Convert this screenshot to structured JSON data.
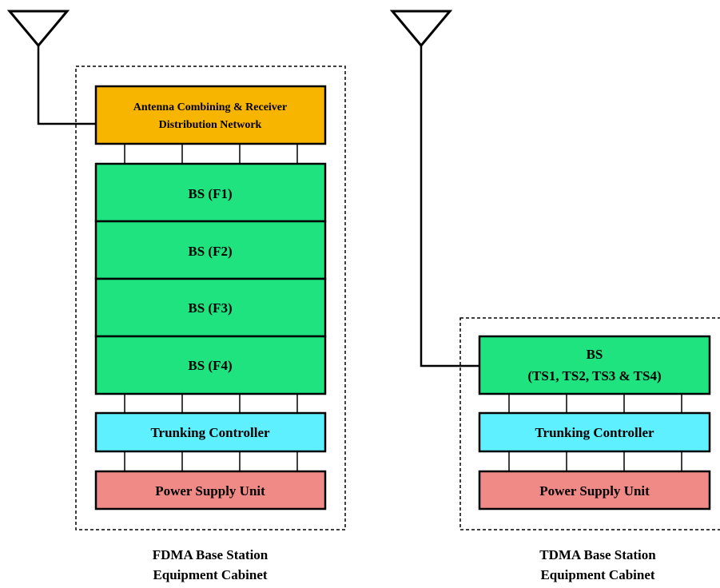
{
  "colors": {
    "antenna_combiner": "#f7b500",
    "bs": "#1ee37f",
    "trunking": "#5ff0ff",
    "power": "#f08a86",
    "line": "#000000"
  },
  "fdma": {
    "combiner_line1": "Antenna Combining & Receiver",
    "combiner_line2": "Distribution Network",
    "bs": [
      "BS (F1)",
      "BS (F2)",
      "BS (F3)",
      "BS (F4)"
    ],
    "trunking": "Trunking Controller",
    "power": "Power Supply Unit",
    "caption_line1": "FDMA Base Station",
    "caption_line2": "Equipment Cabinet"
  },
  "tdma": {
    "bs_line1": "BS",
    "bs_line2": "(TS1, TS2, TS3 & TS4)",
    "trunking": "Trunking Controller",
    "power": "Power Supply Unit",
    "caption_line1": "TDMA Base Station",
    "caption_line2": "Equipment Cabinet"
  }
}
